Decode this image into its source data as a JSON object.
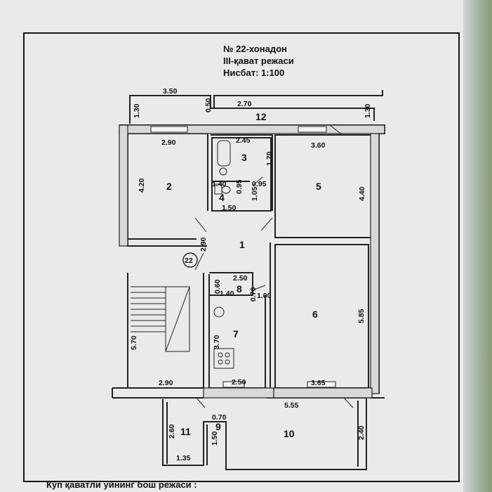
{
  "header": {
    "apartment": "№ 22-хонадон",
    "floor": "III-қават режаси",
    "scale": "Нисбат:  1:100"
  },
  "apartment_badge": "22",
  "rooms": [
    "1",
    "2",
    "3",
    "4",
    "5",
    "6",
    "7",
    "8",
    "9",
    "10",
    "11",
    "12"
  ],
  "dimensions": [
    "3.50",
    "0.50",
    "2.70",
    "1.30",
    "1.30",
    "2.90",
    "2.45",
    "3.60",
    "1.70",
    "4.20",
    "1.40",
    "0.95",
    "0.95",
    "1.05",
    "4.40",
    "1.50",
    "2.90",
    "2.50",
    "0.60",
    "1.40",
    "0.70",
    "1.00",
    "5.70",
    "3.70",
    "5.85",
    "2.90",
    "2.50",
    "3.65",
    "5.55",
    "0.70",
    "2.60",
    "1.50",
    "2.40",
    "1.35"
  ],
  "footer": "Кўп қаватли уйнинг бош режаси :"
}
